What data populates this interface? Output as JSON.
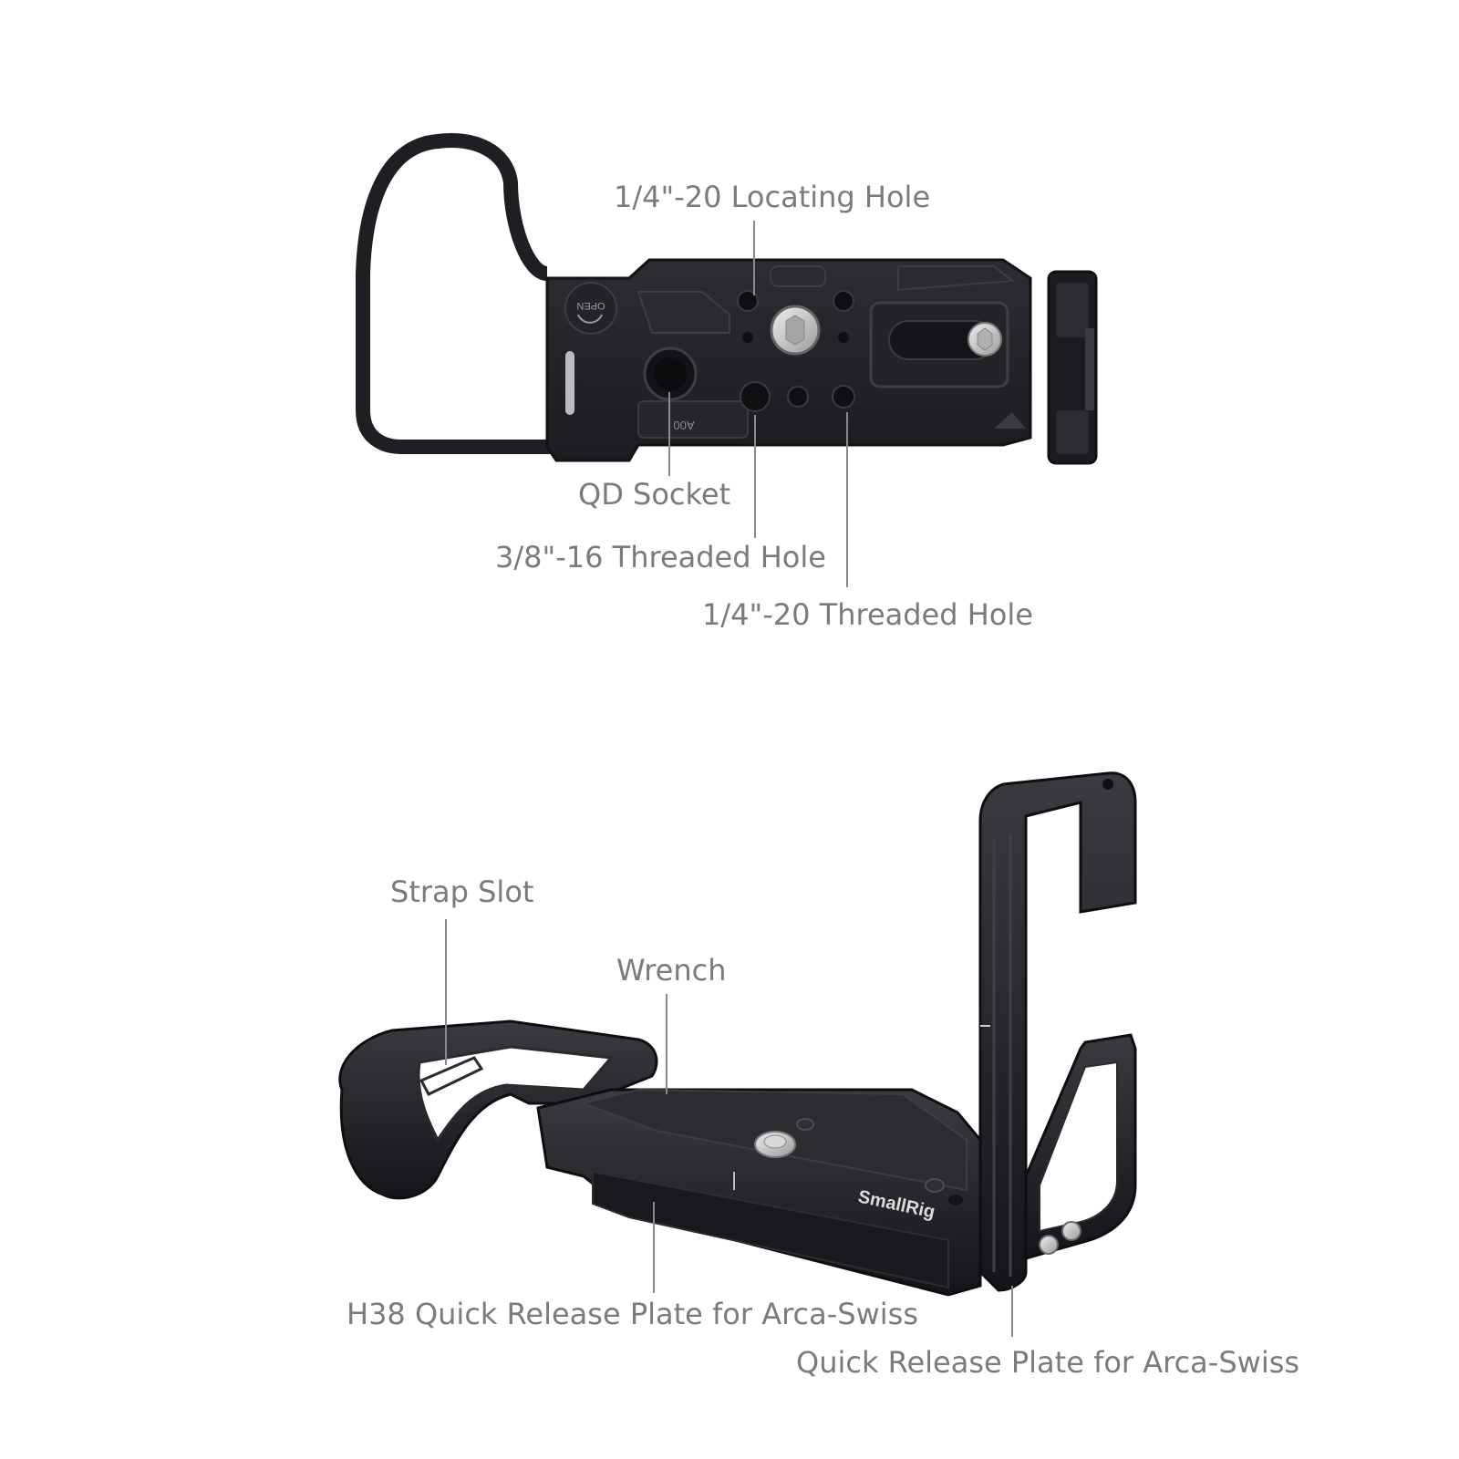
{
  "colors": {
    "label_text": "#7b7b7b",
    "leader_line": "#8a8a8a",
    "metal_dark": "#1e1f22",
    "metal_mid": "#2f3034",
    "metal_edge": "#4a4c52",
    "screw_silver": "#c9c9c9",
    "background": "#ffffff"
  },
  "top_view": {
    "labels": {
      "locating_hole": "1/4\"-20 Locating Hole",
      "qd_socket": "QD Socket",
      "threaded_hole_38": "3/8\"-16 Threaded Hole",
      "threaded_hole_14": "1/4\"-20 Threaded Hole"
    },
    "engravings": {
      "open": "OPEN",
      "model_code": "A00"
    }
  },
  "bottom_view": {
    "labels": {
      "strap_slot": "Strap Slot",
      "wrench": "Wrench",
      "h38_plate": "H38 Quick Release Plate for Arca-Swiss",
      "side_plate": "Quick Release Plate for Arca-Swiss"
    },
    "brand": "SmallRig"
  }
}
